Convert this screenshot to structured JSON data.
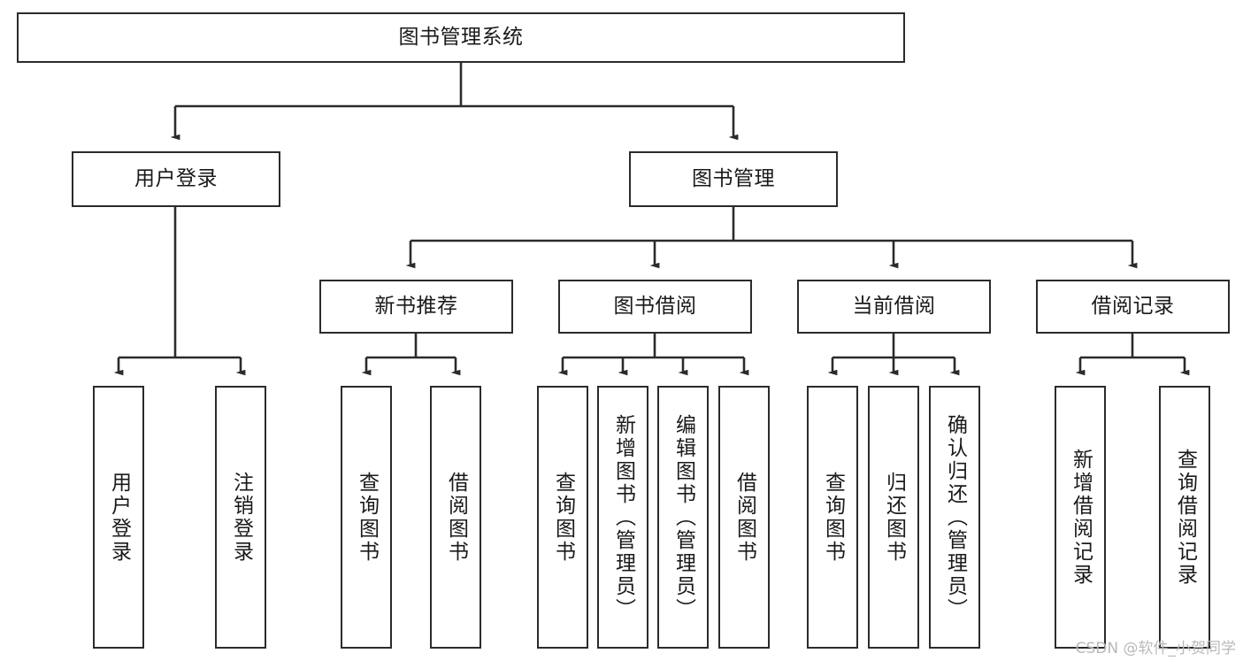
{
  "diagram": {
    "type": "tree-hierarchy-chart",
    "title": "图书管理系统",
    "watermark": "CSDN @软件_小贺同学",
    "colors": {
      "background": "#ffffff",
      "stroke": "#2b2b2b",
      "text": "#1a1a1a",
      "watermark": "#b9b9b9"
    },
    "levels": {
      "root": {
        "label": "图书管理系统"
      },
      "level2": [
        {
          "id": "user-login",
          "label": "用户登录"
        },
        {
          "id": "book-management",
          "label": "图书管理"
        }
      ],
      "level3": [
        {
          "id": "new-book-recommend",
          "label": "新书推荐",
          "parent": "book-management"
        },
        {
          "id": "book-borrow",
          "label": "图书借阅",
          "parent": "book-management"
        },
        {
          "id": "current-borrow",
          "label": "当前借阅",
          "parent": "book-management"
        },
        {
          "id": "borrow-record",
          "label": "借阅记录",
          "parent": "book-management"
        }
      ],
      "leaves": [
        {
          "id": "leaf-user-login",
          "label": "用户登录",
          "parent": "user-login"
        },
        {
          "id": "leaf-logout",
          "label": "注销登录",
          "parent": "user-login"
        },
        {
          "id": "leaf-query-book-1",
          "label": "查询图书",
          "parent": "new-book-recommend"
        },
        {
          "id": "leaf-borrow-book-1",
          "label": "借阅图书",
          "parent": "new-book-recommend"
        },
        {
          "id": "leaf-query-book-2",
          "label": "查询图书",
          "parent": "book-borrow"
        },
        {
          "id": "leaf-add-book",
          "label": "新增图书（管理员）",
          "parent": "book-borrow"
        },
        {
          "id": "leaf-edit-book",
          "label": "编辑图书（管理员）",
          "parent": "book-borrow"
        },
        {
          "id": "leaf-borrow-book-2",
          "label": "借阅图书",
          "parent": "book-borrow"
        },
        {
          "id": "leaf-query-book-3",
          "label": "查询图书",
          "parent": "current-borrow"
        },
        {
          "id": "leaf-return-book",
          "label": "归还图书",
          "parent": "current-borrow"
        },
        {
          "id": "leaf-confirm-return",
          "label": "确认归还（管理员）",
          "parent": "current-borrow"
        },
        {
          "id": "leaf-add-record",
          "label": "新增借阅记录",
          "parent": "borrow-record"
        },
        {
          "id": "leaf-query-record",
          "label": "查询借阅记录",
          "parent": "borrow-record"
        }
      ]
    }
  }
}
